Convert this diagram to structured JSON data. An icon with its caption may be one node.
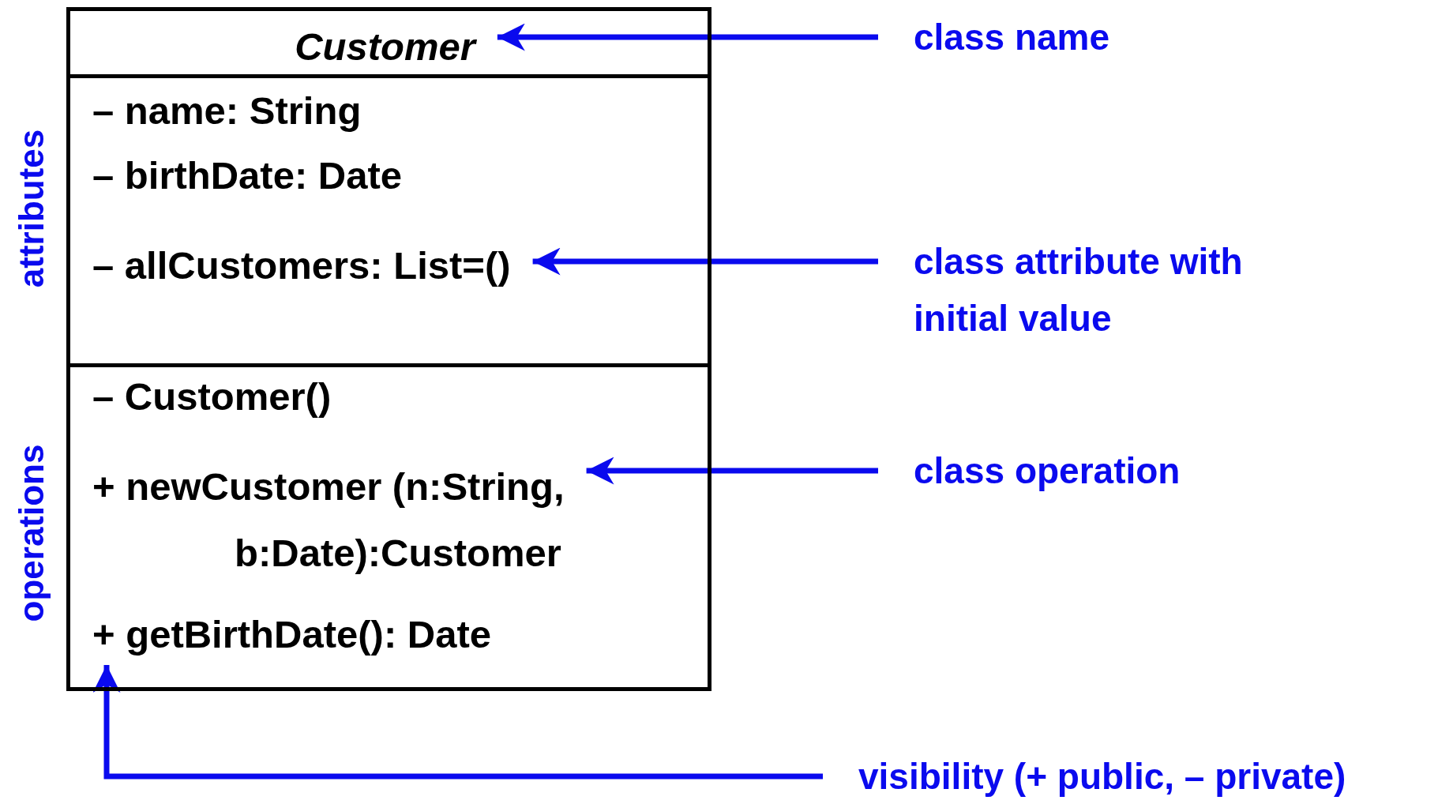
{
  "diagram": {
    "nodes": [
      {
        "text": [
          "*Customer*"
        ]
      },
      {
        "text": [
          "– name: String",
          "– birthDate: Date",
          "– allCustomers: List=()"
        ],
        "beside": [
          "attributes"
        ]
      },
      {
        "text": [
          "– Customer()",
          "+ newCustomer (n:String, b:Date):Customer",
          "+ getBirthDate(): Date"
        ],
        "beside": [
          "operations"
        ]
      },
      {
        "text": [
          "class name"
        ]
      },
      {
        "text": [
          "class attribute with initial value"
        ]
      },
      {
        "text": [
          "class operation"
        ]
      },
      {
        "text": [
          "visibility (+ public, – private)"
        ]
      }
    ],
    "edges": [
      {
        "from": 3,
        "to": 0,
        "arrow": "to"
      },
      {
        "from": 4,
        "to": 1,
        "arrow": "to"
      },
      {
        "from": 5,
        "to": 2,
        "arrow": "to"
      },
      {
        "from": 6,
        "to": 2,
        "arrow": "to"
      }
    ]
  }
}
